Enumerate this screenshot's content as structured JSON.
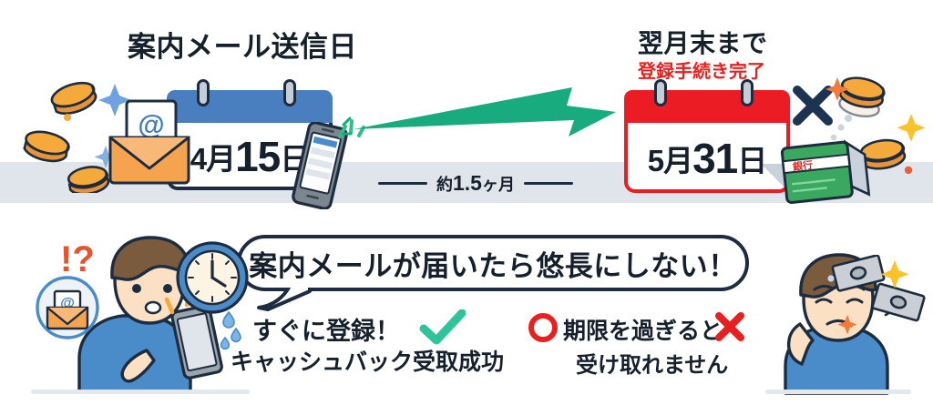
{
  "infographic": {
    "top": {
      "left_heading": "案内メール送信日",
      "left_calendar_date": {
        "month": "4月",
        "day": "15",
        "suffix": "日"
      },
      "right_heading": "翌月末まで",
      "right_subheading": "登録手続き完了",
      "right_calendar_date": {
        "month": "5月",
        "day": "31",
        "suffix": "日"
      },
      "duration_label": "約1.5ヶ月",
      "duration_prefix": "約",
      "duration_value": "1.5",
      "duration_unit": "ヶ月",
      "bankbook_label": "銀行",
      "email_icon_glyph": "@"
    },
    "bottom": {
      "speech_bubble": "案内メールが届いたら悠長にしない！",
      "ok_line1": "すぐに登録！",
      "ok_line2": "キャッシュバック受取成功",
      "ng_line1": "期限を過ぎると",
      "ng_line2": "受け取れません",
      "exclaim_mark": "!?"
    },
    "colors": {
      "blue_calendar": "#4a7fbf",
      "red_calendar": "#ec1c24",
      "green_arrow": "#17ab7e",
      "green_check": "#2fc39a",
      "red_accent": "#e8201f",
      "navy_ink": "#1d2c3f",
      "band_gray": "#dfe5ea",
      "coin_gold": "#f6a93b",
      "shirt_blue": "#4a8bc9",
      "hair_brown": "#7b5b3e",
      "skin": "#fbe0c4",
      "bankbook_green": "#3aa85f"
    }
  }
}
